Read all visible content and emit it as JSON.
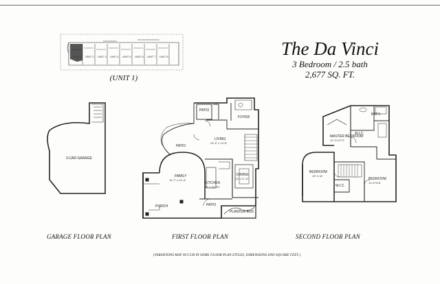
{
  "title": "The Da Vinci",
  "bedrooms_baths": "3 Bedroom / 2.5 bath",
  "square_feet": "2,677 SQ. FT.",
  "unit_label": "(UNIT 1)",
  "key_plan": {
    "unit_tags": [
      "UNIT 1",
      "UNIT 2",
      "UNIT 3",
      "UNIT 4",
      "UNIT 5",
      "UNIT 6",
      "UNIT 7",
      "UNIT 8"
    ]
  },
  "captions": {
    "garage": "GARAGE FLOOR PLAN",
    "first": "FIRST FLOOR PLAN",
    "second": "SECOND FLOOR PLAN"
  },
  "disclaimer": "(VARIATIONS MAY OCCUR IN SOME FLOOR PLAN STYLES, DIMENSIONS AND SQUARE FEET.)",
  "garage_floor": {
    "room": "3-CAR GARAGE"
  },
  "first_floor": {
    "rooms": {
      "patio_top": "PATIO",
      "foyer": "FOYER",
      "patio_left": "PATIO",
      "living": "LIVING",
      "living_dim": "24'-6\" x 14'-6\"",
      "family": "FAMILY",
      "family_dim": "14'-7\" x 21'-6\"",
      "kitchen": "KITCHEN",
      "kitchen_dim": "12' x 16'-10\"",
      "dining": "DINING",
      "dining_dim": "13' x 17'-6\"",
      "porch": "PORCH",
      "patio_bottom": "PATIO",
      "planter_box": "PLANTER BOX"
    }
  },
  "second_floor": {
    "rooms": {
      "master_bedroom": "MASTER BEDROOM",
      "master_dim": "12'-3\"x17'3\"",
      "bath": "BATH",
      "wic_master": "W.I.C.",
      "bedroom_left": "BEDROOM",
      "bedroom_left_dim": "15' X 16'",
      "wic_left": "W.I.C.",
      "bedroom_right": "BEDROOM",
      "bedroom_right_dim": "11'-6\"X15'"
    }
  }
}
